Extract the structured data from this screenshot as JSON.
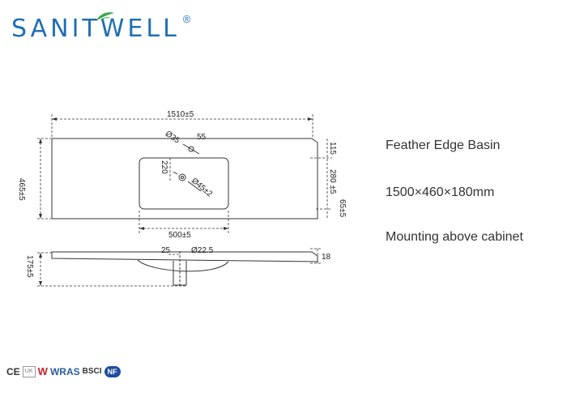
{
  "brand": {
    "name": "SANITWELL",
    "registered_mark": "®",
    "color": "#1f6fb5",
    "leaf_color": "#3aa847"
  },
  "drawing": {
    "top_view": {
      "overall_width": "1510±5",
      "overall_depth": "465±5",
      "faucet_hole_dia": "Ø35",
      "faucet_offset": "55",
      "back_to_bowl": "115",
      "bowl_depth": "280 ±5",
      "bowl_front_offset": "220",
      "drain_dia": "Ø45±2",
      "front_margin": "65±5",
      "bowl_width": "500±5"
    },
    "side_view": {
      "overall_height": "175±5",
      "drain_offset": "25",
      "drain_dia": "Ø22.5",
      "slab_thickness": "18"
    }
  },
  "specs": {
    "line1": "Feather Edge Basin",
    "line2": "1500×460×180mm",
    "line3": "Mounting above cabinet"
  },
  "certifications": {
    "ce": "CE",
    "box": "UK",
    "w": "W",
    "wras": "WRAS",
    "bsci": "BSCI",
    "nf": "NF"
  }
}
